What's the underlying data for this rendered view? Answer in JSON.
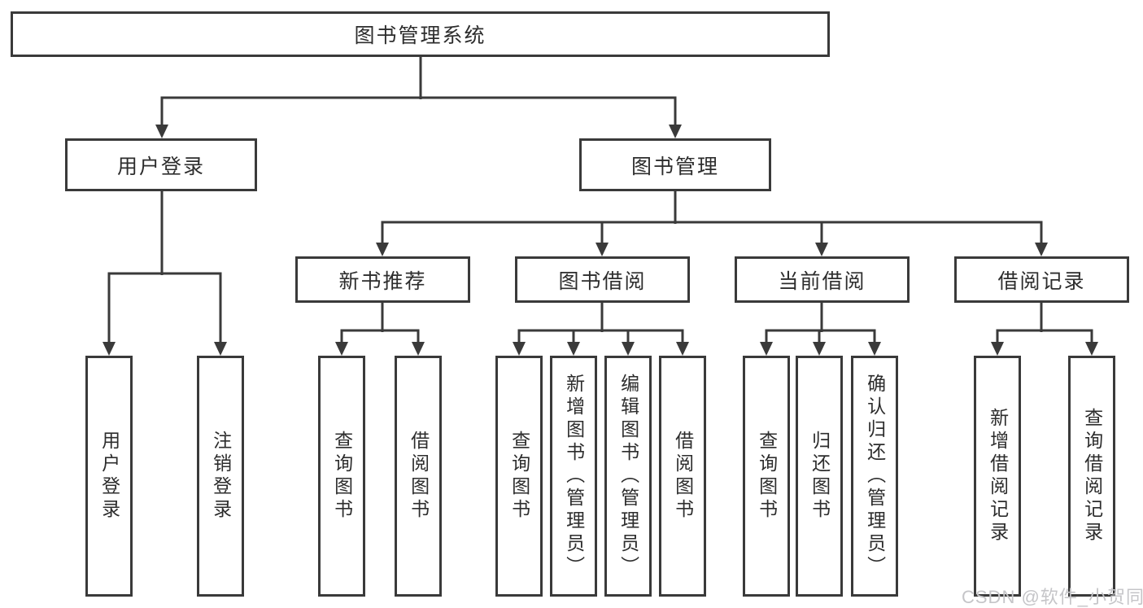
{
  "tree": {
    "label": "图书管理系统",
    "children": [
      {
        "label": "用户登录",
        "children": [
          {
            "label": "用户登录"
          },
          {
            "label": "注销登录"
          }
        ]
      },
      {
        "label": "图书管理",
        "children": [
          {
            "label": "新书推荐",
            "children": [
              {
                "label": "查询图书"
              },
              {
                "label": "借阅图书"
              }
            ]
          },
          {
            "label": "图书借阅",
            "children": [
              {
                "label": "查询图书"
              },
              {
                "label": "新增图书（管理员）"
              },
              {
                "label": "编辑图书（管理员）"
              },
              {
                "label": "借阅图书"
              }
            ]
          },
          {
            "label": "当前借阅",
            "children": [
              {
                "label": "查询图书"
              },
              {
                "label": "归还图书"
              },
              {
                "label": "确认归还（管理员）"
              }
            ]
          },
          {
            "label": "借阅记录",
            "children": [
              {
                "label": "新增借阅记录"
              },
              {
                "label": "查询借阅记录"
              }
            ]
          }
        ]
      }
    ]
  },
  "watermark": "CSDN @软件_小贺同学",
  "colors": {
    "line": "#3a3a3a",
    "text": "#2d2d2d",
    "watermark": "#c5c5c8",
    "background": "#ffffff"
  }
}
